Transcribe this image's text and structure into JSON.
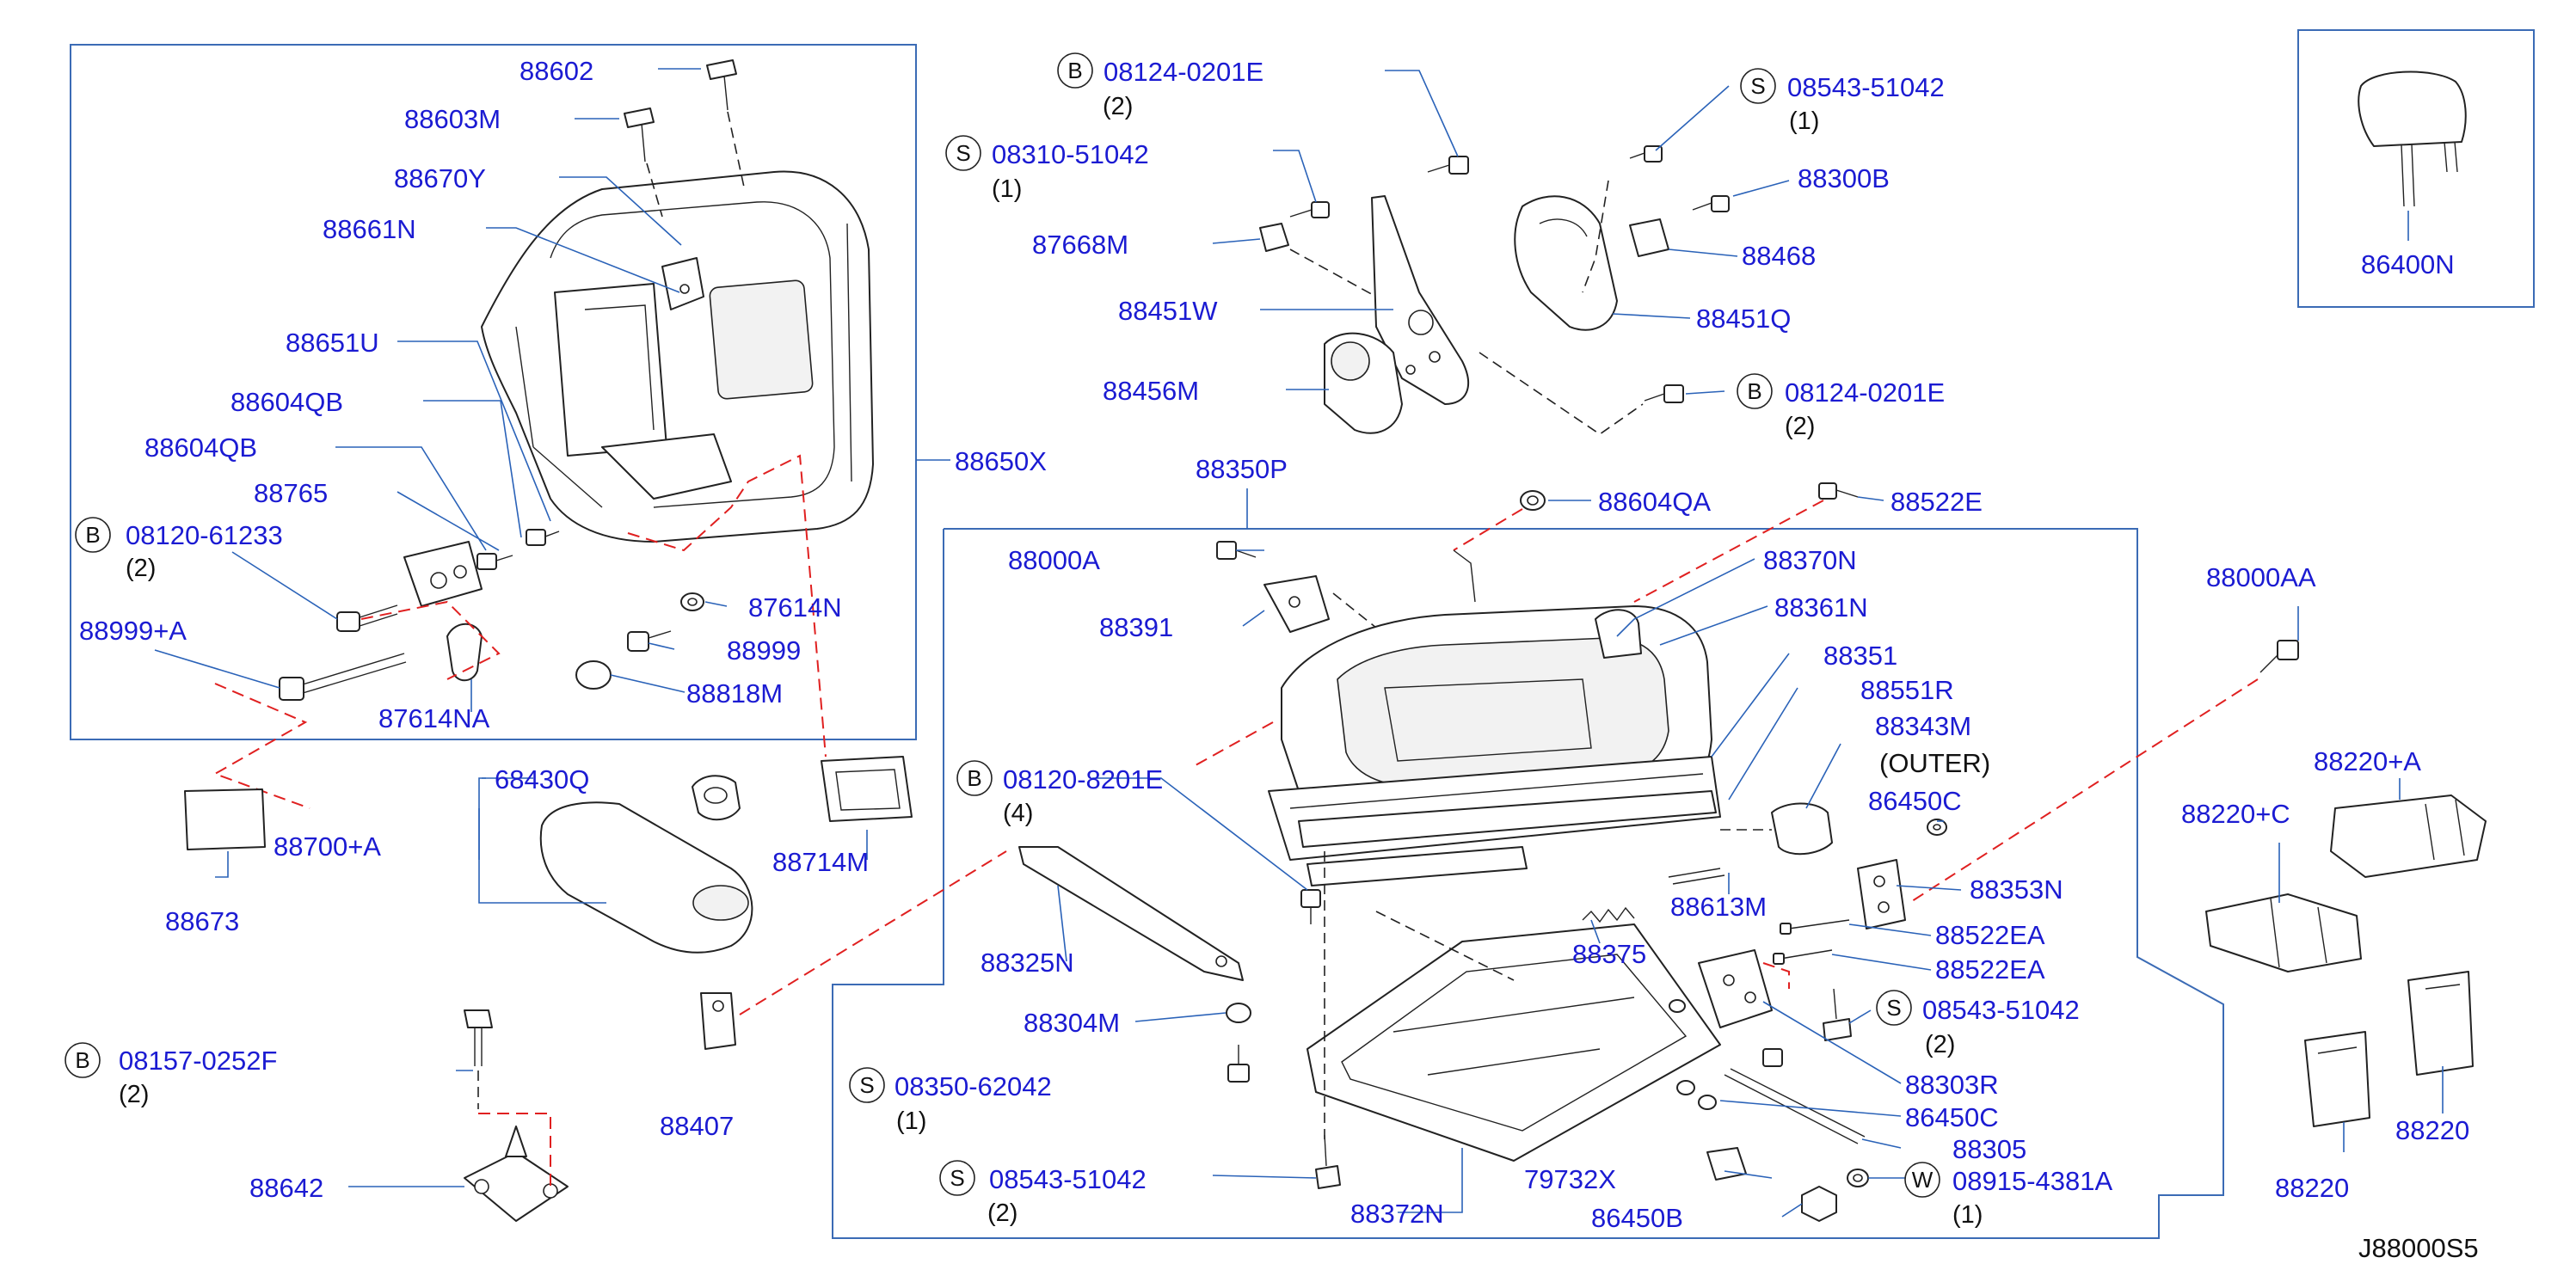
{
  "callouts": {
    "p88602": "88602",
    "p88603M": "88603M",
    "p88670Y": "88670Y",
    "p88661N": "88661N",
    "p88651U": "88651U",
    "p88604QB_a": "88604QB",
    "p88604QB_b": "88604QB",
    "p88765": "88765",
    "p08120_61233": "08120-61233",
    "q08120_61233": "(2)",
    "p88999A": "88999+A",
    "p87614NA": "87614NA",
    "p87614N": "87614N",
    "p88999": "88999",
    "p88818M": "88818M",
    "p88650X": "88650X",
    "p88700A": "88700+A",
    "p88673": "88673",
    "p68430Q": "68430Q",
    "p88714M": "88714M",
    "p08157_0252F": "08157-0252F",
    "q08157_0252F": "(2)",
    "p88642": "88642",
    "p88407": "88407",
    "p08124_0201E_a": "08124-0201E",
    "q08124_0201E_a": "(2)",
    "p08310_51042": "08310-51042",
    "q08310_51042": "(1)",
    "p87668M": "87668M",
    "p88451W": "88451W",
    "p88456M": "88456M",
    "p08543_51042_a": "08543-51042",
    "q08543_51042_a": "(1)",
    "p88300B": "88300B",
    "p88468": "88468",
    "p88451Q": "88451Q",
    "p08124_0201E_b": "08124-0201E",
    "q08124_0201E_b": "(2)",
    "p86400N": "86400N",
    "p88350P": "88350P",
    "p88604QA": "88604QA",
    "p88522E": "88522E",
    "p88000A": "88000A",
    "p88370N": "88370N",
    "p88391": "88391",
    "p88361N": "88361N",
    "p88351": "88351",
    "p88551R": "88551R",
    "p88343M": "88343M",
    "n88343M": "(OUTER)",
    "p08120_8201E": "08120-8201E",
    "q08120_8201E": "(4)",
    "p86450C_a": "86450C",
    "p88353N": "88353N",
    "p88613M": "88613M",
    "p88325N": "88325N",
    "p88375": "88375",
    "p88522EA_a": "88522EA",
    "p88522EA_b": "88522EA",
    "p88304M": "88304M",
    "p08543_51042_b": "08543-51042",
    "q08543_51042_b": "(2)",
    "p08350_62042": "08350-62042",
    "q08350_62042": "(1)",
    "p88303R": "88303R",
    "p86450C_b": "86450C",
    "p88305": "88305",
    "p08543_51042_c": "08543-51042",
    "q08543_51042_c": "(2)",
    "p79732X": "79732X",
    "p08915_4381A": "08915-4381A",
    "q08915_4381A": "(1)",
    "p88372N": "88372N",
    "p86450B": "86450B",
    "p88000AA": "88000AA",
    "p88220A": "88220+A",
    "p88220C": "88220+C",
    "p88220_a": "88220",
    "p88220_b": "88220"
  },
  "prefix": {
    "B": "B",
    "S": "S",
    "W": "W"
  },
  "diagram_code": "J88000S5"
}
